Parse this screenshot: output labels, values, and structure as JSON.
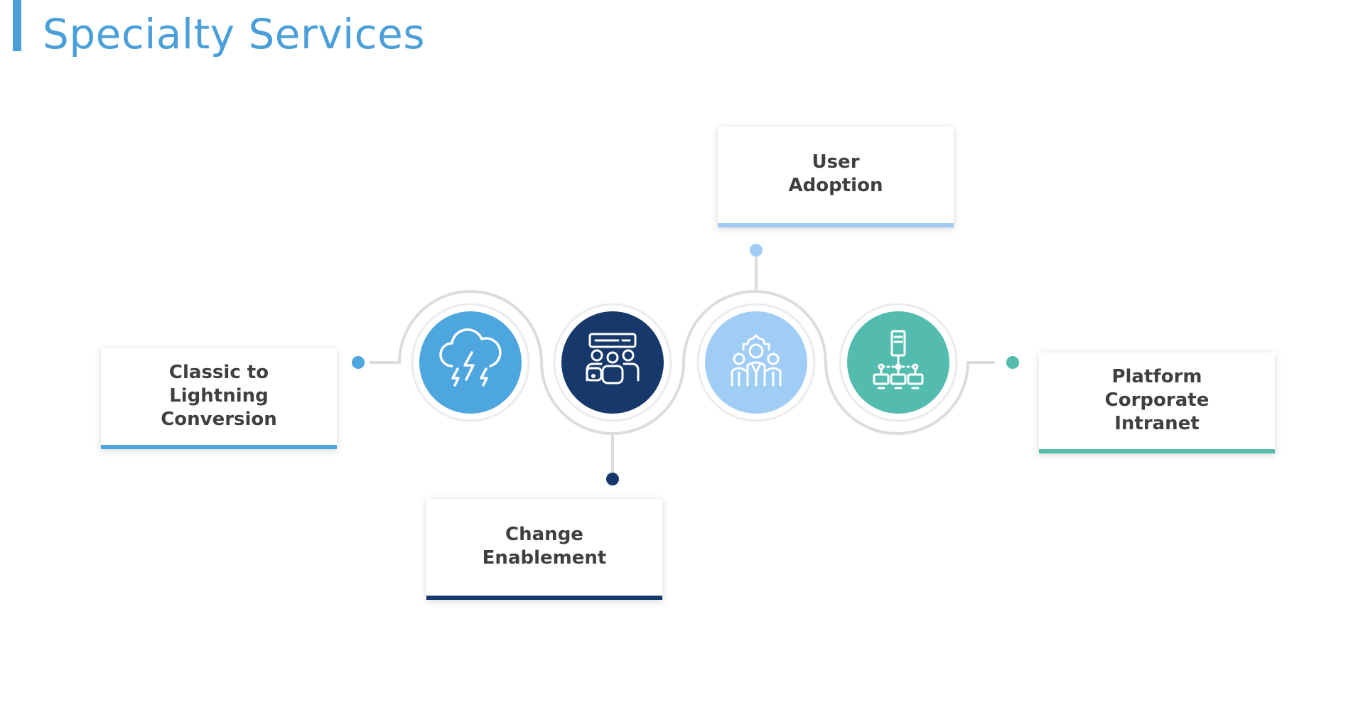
{
  "page": {
    "title": "Specialty Services",
    "accent": "#4a9fd8"
  },
  "services": [
    {
      "label": "Classic to\nLightning\nConversion",
      "color": "#4da6dd",
      "icon": "storm-cloud-icon"
    },
    {
      "label": "Change\nEnablement",
      "color": "#16386a",
      "icon": "team-meeting-icon"
    },
    {
      "label": "User\nAdoption",
      "color": "#9fcdf6",
      "icon": "team-gear-icon"
    },
    {
      "label": "Platform\nCorporate\nIntranet",
      "color": "#53bcaf",
      "icon": "network-server-icon"
    }
  ]
}
